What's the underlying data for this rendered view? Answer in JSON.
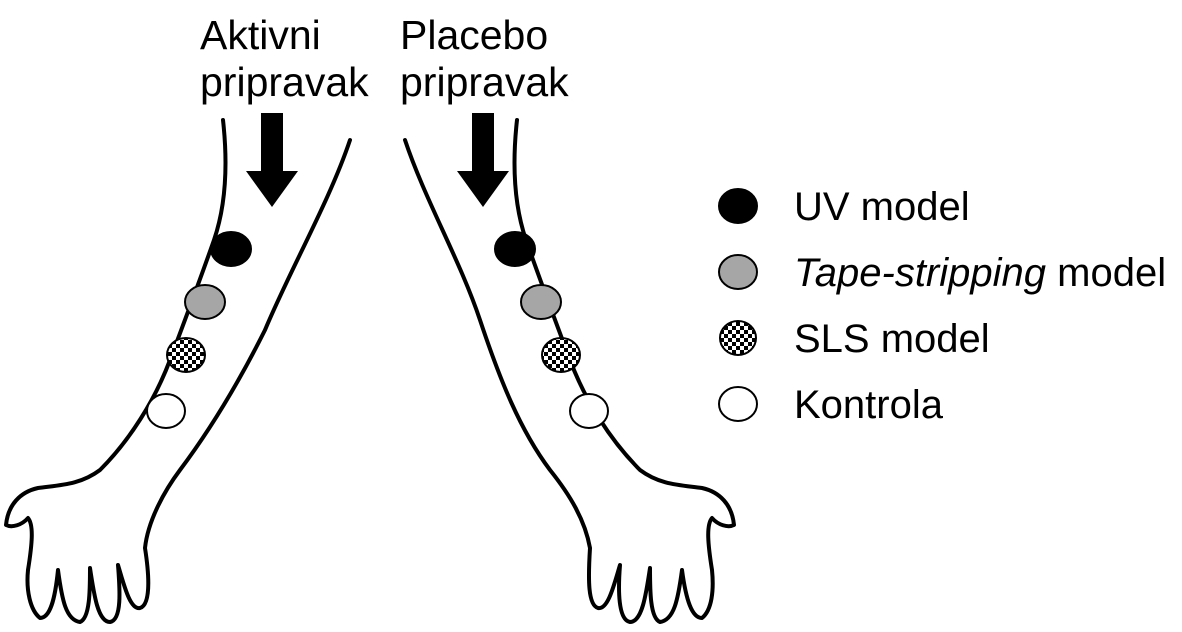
{
  "labels": {
    "active_line1": "Aktivni",
    "active_line2": "pripravak",
    "placebo_line1": "Placebo",
    "placebo_line2": "pripravak"
  },
  "legend": [
    {
      "marker": "black-filled-circle",
      "text_italic": "",
      "text": "UV model"
    },
    {
      "marker": "gray-filled-circle",
      "text_italic": "Tape-stripping",
      "text": " model"
    },
    {
      "marker": "checkered-circle",
      "text_italic": "",
      "text": "SLS model"
    },
    {
      "marker": "white-circle",
      "text_italic": "",
      "text": "Kontrola"
    }
  ],
  "colors": {
    "uv": "#000000",
    "tape": "#a6a6a6",
    "control": "#ffffff",
    "outline": "#000000"
  }
}
